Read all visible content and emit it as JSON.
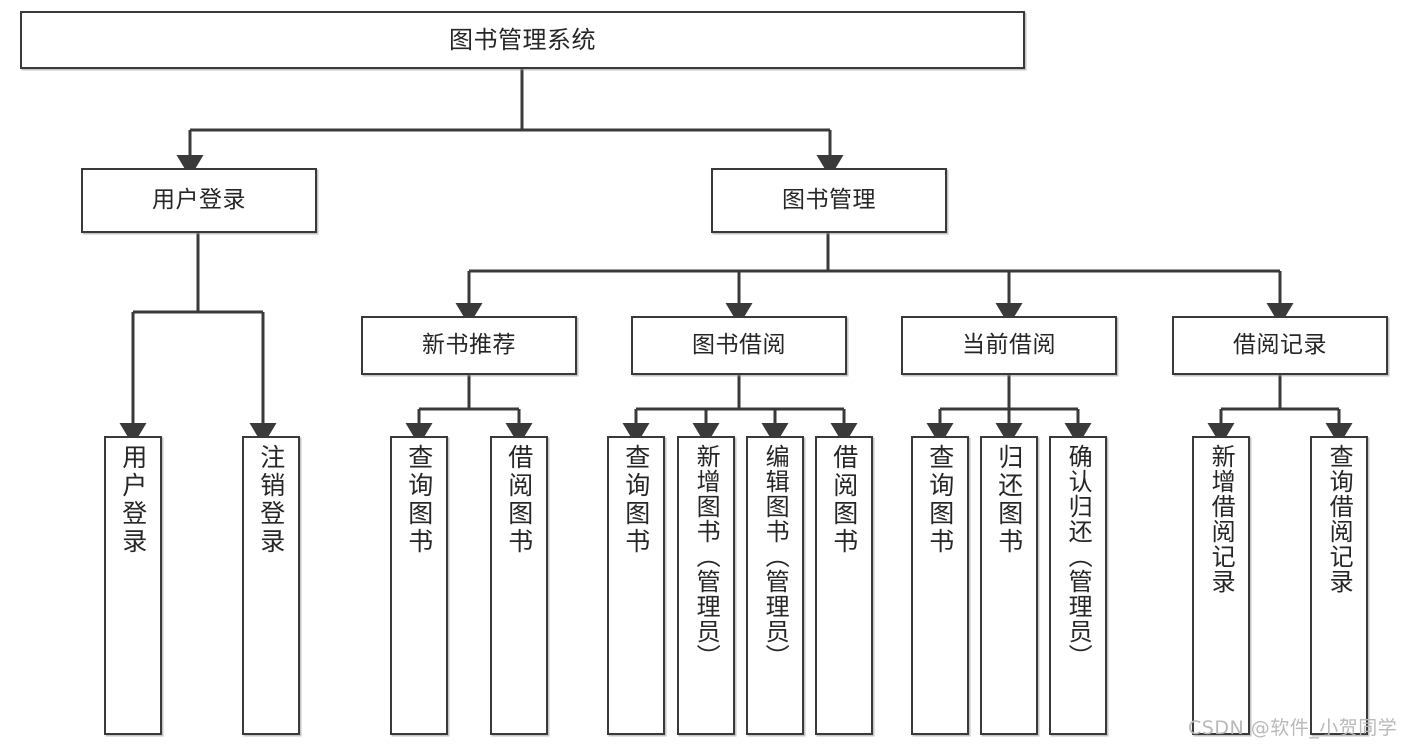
{
  "diagram": {
    "type": "tree-hierarchy",
    "title": "图书管理系统",
    "root": {
      "label": "图书管理系统"
    },
    "level2": [
      {
        "label": "用户登录"
      },
      {
        "label": "图书管理"
      }
    ],
    "level3": [
      {
        "label": "新书推荐"
      },
      {
        "label": "图书借阅"
      },
      {
        "label": "当前借阅"
      },
      {
        "label": "借阅记录"
      }
    ],
    "leaves": {
      "user_login": [
        {
          "label": "用户登录"
        },
        {
          "label": "注销登录"
        }
      ],
      "new_book": [
        {
          "label": "查询图书"
        },
        {
          "label": "借阅图书"
        }
      ],
      "book_borrow": [
        {
          "label": "查询图书"
        },
        {
          "label": "新增图书（管理员）"
        },
        {
          "label": "编辑图书（管理员）"
        },
        {
          "label": "借阅图书"
        }
      ],
      "current_borrow": [
        {
          "label": "查询图书"
        },
        {
          "label": "归还图书"
        },
        {
          "label": "确认归还（管理员）"
        }
      ],
      "borrow_record": [
        {
          "label": "新增借阅记录"
        },
        {
          "label": "查询借阅记录"
        }
      ]
    }
  },
  "watermark": {
    "text": "CSDN @软件_小贺同学"
  },
  "colors": {
    "stroke": "#3a3a3a",
    "text": "#262626",
    "background": "#ffffff",
    "watermark": "#b9b9b9"
  }
}
